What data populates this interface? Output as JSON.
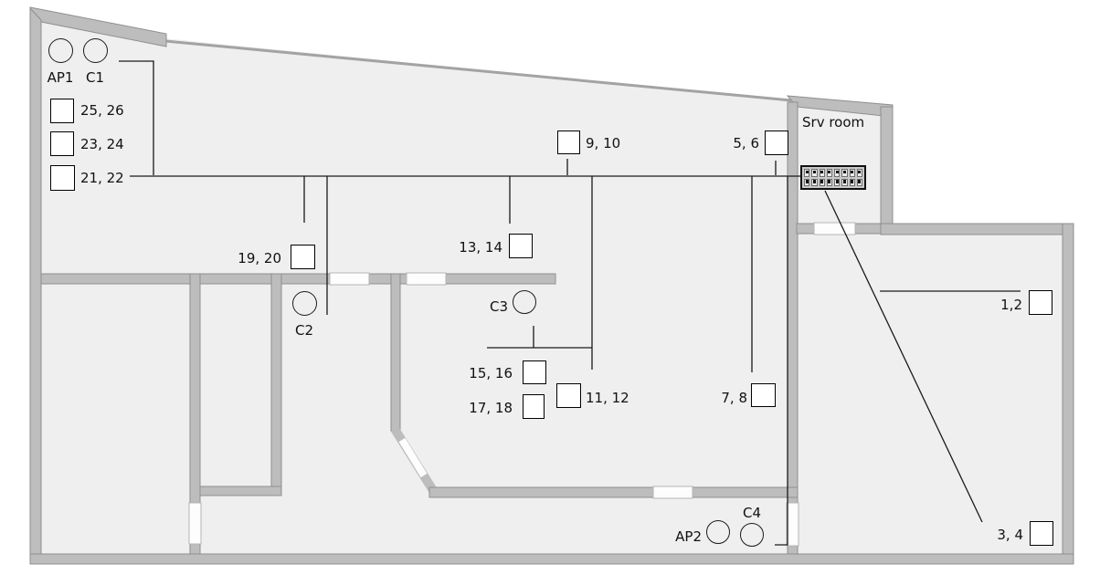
{
  "diagram": {
    "type": "floor-plan-network-cabling-diagram",
    "srv_room_label": "Srv room",
    "outlets": [
      {
        "id": "25-26",
        "label": "25, 26"
      },
      {
        "id": "23-24",
        "label": "23, 24"
      },
      {
        "id": "21-22",
        "label": "21, 22"
      },
      {
        "id": "19-20",
        "label": "19, 20"
      },
      {
        "id": "13-14",
        "label": "13, 14"
      },
      {
        "id": "9-10",
        "label": "9, 10"
      },
      {
        "id": "5-6",
        "label": "5, 6"
      },
      {
        "id": "15-16",
        "label": "15, 16"
      },
      {
        "id": "17-18",
        "label": "17, 18"
      },
      {
        "id": "11-12",
        "label": "11, 12"
      },
      {
        "id": "7-8",
        "label": "7, 8"
      },
      {
        "id": "1-2",
        "label": "1,2"
      },
      {
        "id": "3-4",
        "label": "3, 4"
      }
    ],
    "devices": [
      {
        "id": "AP1",
        "label": "AP1"
      },
      {
        "id": "C1",
        "label": "C1"
      },
      {
        "id": "C2",
        "label": "C2"
      },
      {
        "id": "C3",
        "label": "C3"
      },
      {
        "id": "AP2",
        "label": "AP2"
      },
      {
        "id": "C4",
        "label": "C4"
      }
    ],
    "patch_panel": {
      "room": "Srv room",
      "ports": 16,
      "rows": 2
    },
    "colors": {
      "floor": "#efefef",
      "wall": "#bdbdbd",
      "wall_edge": "#8f8f8f",
      "cable": "#1a1a1a",
      "panel_fill": "#c9c9c9",
      "panel_border": "#111111"
    }
  }
}
